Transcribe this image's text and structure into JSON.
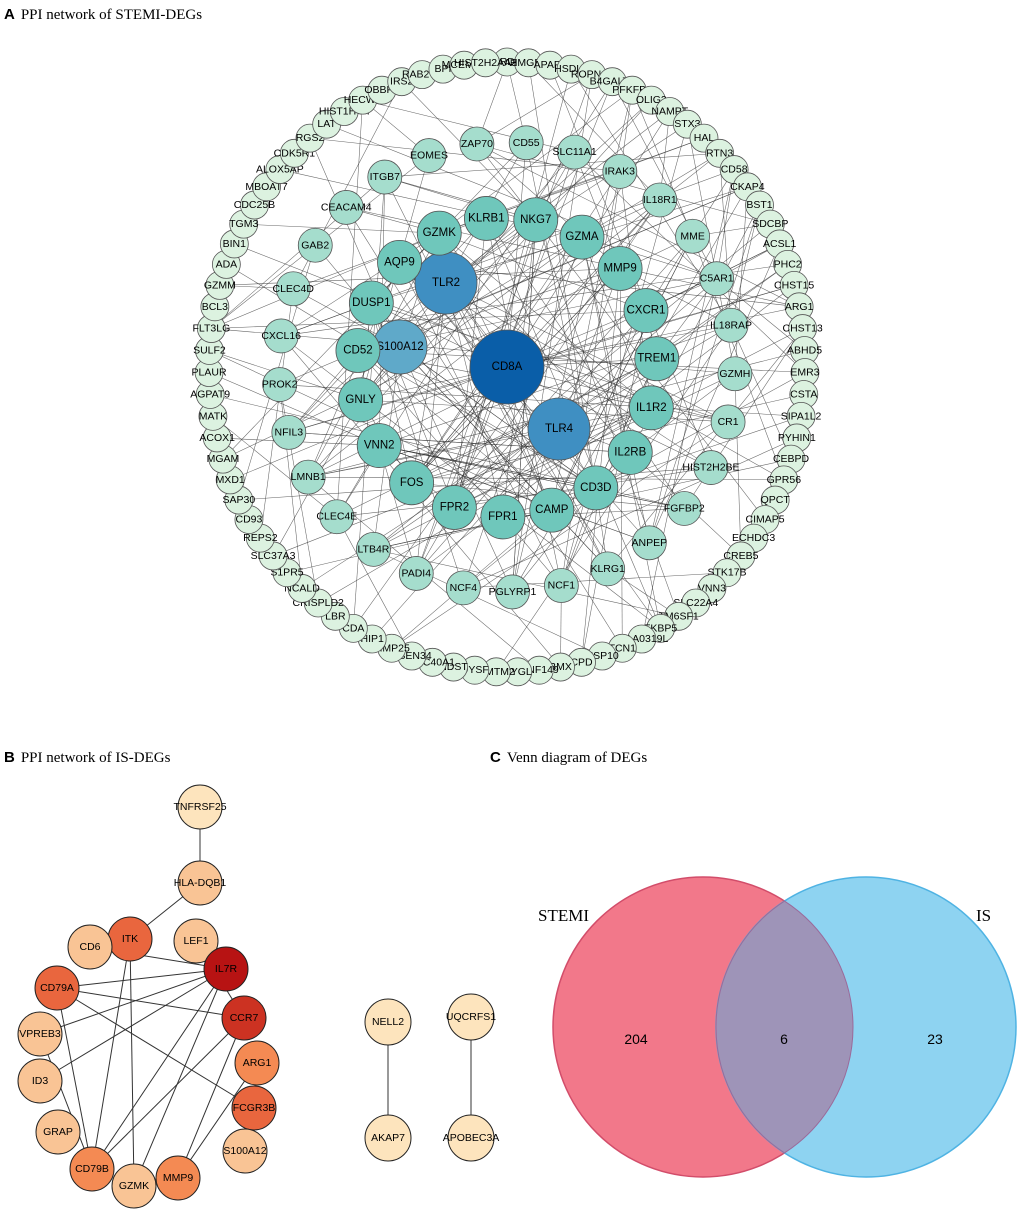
{
  "panels": {
    "a": {
      "letter": "A",
      "title": "PPI network of STEMI-DEGs"
    },
    "b": {
      "letter": "B",
      "title": "PPI network of IS-DEGs"
    },
    "c": {
      "letter": "C",
      "title": "Venn diagram of DEGs"
    }
  },
  "colors": {
    "hub_dark": "#0a5ea8",
    "hub_mid": "#3f8fc2",
    "hub_light": "#5fa9c9",
    "tier2": "#6fc7bb",
    "tier3": "#a5ddcd",
    "tier4": "#dcf2e0",
    "edge": "#333333",
    "is_darkest": "#b71313",
    "is_dark": "#cc3222",
    "is_mid": "#e9663e",
    "is_orange": "#f48a53",
    "is_light": "#f9c495",
    "is_pale": "#fde4bd",
    "venn_stemi": "#f2788a",
    "venn_is": "#8ed3f1",
    "venn_overlap": "#9e94b8"
  },
  "stemi_network": {
    "hub_dark": [
      "CD8A"
    ],
    "hub_mid": [
      "TLR2",
      "TLR4"
    ],
    "hub_light": [
      "S100A12"
    ],
    "tier2": [
      "GZMA",
      "MMP9",
      "CXCR1",
      "TREM1",
      "IL1R2",
      "IL2RB",
      "CD3D",
      "CAMP",
      "FPR1",
      "FPR2",
      "FOS",
      "VNN2",
      "GNLY",
      "CD52",
      "DUSP1",
      "AQP9",
      "GZMK",
      "KLRB1",
      "NKG7"
    ],
    "tier3": [
      "EOMES",
      "ZAP70",
      "CD55",
      "SLC11A1",
      "IRAK3",
      "IL18R1",
      "MME",
      "C5AR1",
      "IL18RAP",
      "GZMH",
      "CR1",
      "HIST2H2BE",
      "FGFBP2",
      "ANPEP",
      "KLRG1",
      "NCF1",
      "PGLYRP1",
      "NCF4",
      "PADI4",
      "LTB4R",
      "CLEC4E",
      "LMNB1",
      "NFIL3",
      "PROK2",
      "CXCL16",
      "CLEC4D",
      "GAB2",
      "CEACAM4",
      "ITGB7"
    ],
    "tier4": [
      "FRD1",
      "HMGB2",
      "APAF1",
      "HSDL2",
      "ROPN1L",
      "B4GALT5",
      "PFKFB3",
      "OLIG2",
      "NAMPT",
      "STX3",
      "HAL",
      "RTN3",
      "CD58",
      "CKAP4",
      "BST1",
      "SDCBP",
      "ACSL1",
      "PHC2",
      "CHST15",
      "ARG1",
      "CHST13",
      "ABHD5",
      "EMR3",
      "CSTA",
      "SIPA1L2",
      "PYHIN1",
      "CEBPD",
      "GPR56",
      "QPCT",
      "CIMAP5",
      "ECHDC3",
      "CREB5",
      "STK17B",
      "VNN3",
      "SLC22A4",
      "TM6SF1",
      "FKBP5",
      "KIAA0319L",
      "TCN1",
      "USP10",
      "CPD",
      "BMX",
      "RNF149",
      "PYGL",
      "CMTM2",
      "DYSF",
      "NDST",
      "SLC40A1",
      "TSEN34",
      "MMP25",
      "HIP1",
      "CDA",
      "LBR",
      "CRISPLD2",
      "NCALD",
      "S1PR5",
      "SLC37A3",
      "REPS2",
      "CD93",
      "SAP30",
      "MXD1",
      "MGAM",
      "ACOX1",
      "MATK",
      "AGPAT9",
      "PLAUR",
      "SULF2",
      "FLT3LG",
      "BCL3",
      "GZMM",
      "ADA",
      "BIN1",
      "TGM3",
      "CDC25B",
      "MBOAT7",
      "ALOX5AP",
      "CDK5R1",
      "RGS2",
      "LAT",
      "HIST1H4H",
      "HECW2",
      "OBBP2",
      "IRS2",
      "RAB27A",
      "BPI",
      "MCEMP1",
      "HIST2H2AA3"
    ]
  },
  "is_network": {
    "component1": [
      {
        "label": "TNFRSF25",
        "tone": "is_pale"
      },
      {
        "label": "HLA-DQB1",
        "tone": "is_light"
      },
      {
        "label": "ITK",
        "tone": "is_mid"
      },
      {
        "label": "LEF1",
        "tone": "is_light"
      },
      {
        "label": "IL7R",
        "tone": "is_darkest"
      },
      {
        "label": "CD6",
        "tone": "is_light"
      },
      {
        "label": "CD79A",
        "tone": "is_mid"
      },
      {
        "label": "CCR7",
        "tone": "is_dark"
      },
      {
        "label": "VPREB3",
        "tone": "is_light"
      },
      {
        "label": "ARG1",
        "tone": "is_orange"
      },
      {
        "label": "ID3",
        "tone": "is_light"
      },
      {
        "label": "FCGR3B",
        "tone": "is_mid"
      },
      {
        "label": "GRAP",
        "tone": "is_light"
      },
      {
        "label": "S100A12",
        "tone": "is_light"
      },
      {
        "label": "CD79B",
        "tone": "is_orange"
      },
      {
        "label": "MMP9",
        "tone": "is_orange"
      },
      {
        "label": "GZMK",
        "tone": "is_light"
      }
    ],
    "component2": [
      {
        "label": "NELL2",
        "tone": "is_pale"
      },
      {
        "label": "AKAP7",
        "tone": "is_pale"
      }
    ],
    "component3": [
      {
        "label": "UQCRFS1",
        "tone": "is_pale"
      },
      {
        "label": "APOBEC3A",
        "tone": "is_pale"
      }
    ]
  },
  "venn": {
    "left_label": "STEMI",
    "right_label": "IS",
    "left_only": "204",
    "overlap": "6",
    "right_only": "23"
  }
}
